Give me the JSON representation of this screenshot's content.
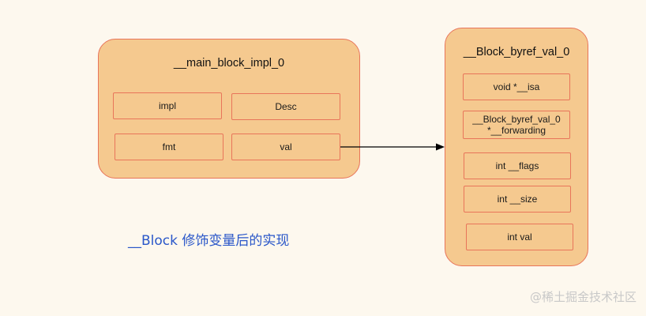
{
  "left_struct": {
    "title": "__main_block_impl_0",
    "fields": [
      "impl",
      "Desc",
      "fmt",
      "val"
    ]
  },
  "right_struct": {
    "title": "__Block_byref_val_0",
    "fields": [
      "void *__isa",
      "__Block_byref_val_0\n*__forwarding",
      "int __flags",
      "int __size",
      "int val"
    ]
  },
  "caption": "__Block 修饰变量后的实现",
  "watermark": "@稀土掘金技术社区",
  "colors": {
    "box_fill": "#f5c98f",
    "box_border": "#e8755a",
    "caption": "#2a57c9"
  }
}
